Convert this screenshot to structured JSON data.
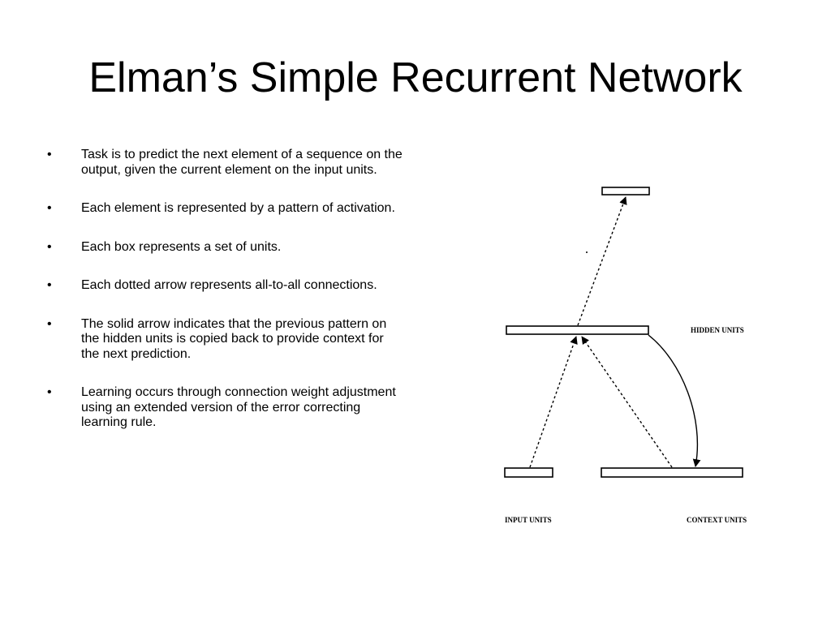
{
  "slide": {
    "title": "Elman’s Simple Recurrent Network",
    "bullets": [
      {
        "marker": "•",
        "text": "Task is to predict the next element of a sequence on the output, given the current element on the input units."
      },
      {
        "marker": "•",
        "text": "Each element is represented by a pattern of activation."
      },
      {
        "marker": "•",
        "text": "Each box represents a set of units."
      },
      {
        "marker": "•",
        "text": "Each dotted arrow represents all-to-all connections."
      },
      {
        "marker": "•",
        "text": "The solid arrow indicates that the previous pattern on the hidden units is copied back to provide context for the next prediction."
      },
      {
        "marker": "•",
        "text": "Learning occurs through connection weight adjustment using an extended version of the error correcting learning rule."
      }
    ]
  },
  "diagram": {
    "labels": {
      "hidden": "HIDDEN UNITS",
      "input": "INPUT UNITS",
      "context": "CONTEXT UNITS"
    },
    "colors": {
      "stroke": "#000000",
      "box_fill": "#ffffff"
    }
  }
}
